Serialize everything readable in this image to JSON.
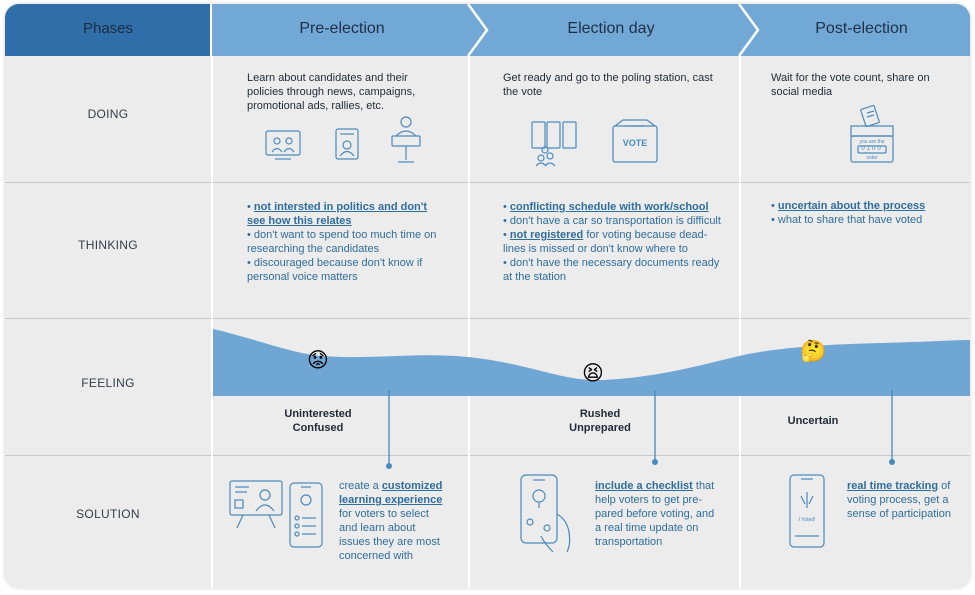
{
  "header": {
    "phases_label": "Phases",
    "pre_election": "Pre-election",
    "election_day": "Election day",
    "post_election": "Post-election"
  },
  "rows": {
    "doing": "DOING",
    "thinking": "THINKING",
    "feeling": "FEELING",
    "solution": "SOLUTION"
  },
  "doing": {
    "pre": "Learn about candidates and their policies through news, campaigns, promotional ads, rallies, etc.",
    "day": "Get ready and go to the poling station, cast the vote",
    "post": "Wait for the vote count, share on social media",
    "vote_box_label": "VOTE",
    "counter_top": "you are the",
    "counter_digits": "0100",
    "counter_bottom": "voter"
  },
  "thinking": {
    "pre": [
      {
        "strong": "not intersted in politics and don't see how this relates",
        "rest": ""
      },
      {
        "strong": "",
        "rest": "don't want to spend too much time on researching the candidates"
      },
      {
        "strong": "",
        "rest": "discouraged because don't know if personal voice matters"
      }
    ],
    "day": [
      {
        "strong": "conflicting schedule with work/school",
        "rest": ""
      },
      {
        "strong": "",
        "rest": "don't have a car so transportation is difficult"
      },
      {
        "strong": "not registered",
        "rest": " for voting because dead-lines is missed or don't know where to"
      },
      {
        "strong": "",
        "rest": "don't have the necessary documents ready at the station"
      }
    ],
    "post": [
      {
        "strong": "uncertain about the process",
        "rest": ""
      },
      {
        "strong": "",
        "rest": "what to share that have voted"
      }
    ],
    "bullet": "•"
  },
  "feeling": {
    "pre": [
      "Uninterested",
      "Confused"
    ],
    "day": [
      "Rushed",
      "Unprepared"
    ],
    "post": [
      "Uncertain"
    ],
    "emoji_pre": "😟",
    "emoji_day": "😫",
    "emoji_post": "🤔",
    "curve_color": "#6fa6d3"
  },
  "solution": {
    "pre": {
      "before": "create a ",
      "strong": "customized learning experience",
      "after": " for voters to select and learn about issues they are most concerned with"
    },
    "day": {
      "before": "",
      "strong": "include a checklist",
      "after": " that help voters to get pre-pared before voting, and a real time update on transportation"
    },
    "post": {
      "before": "",
      "strong": "real time tracking",
      "after": " of voting process, get a sense of participation"
    },
    "phone_voted": "I Voted!"
  },
  "colors": {
    "header_bg": "#72a8d6",
    "phases_bg": "#2f6ea8",
    "board_bg": "#ececec",
    "accent": "#4a8bbd"
  }
}
